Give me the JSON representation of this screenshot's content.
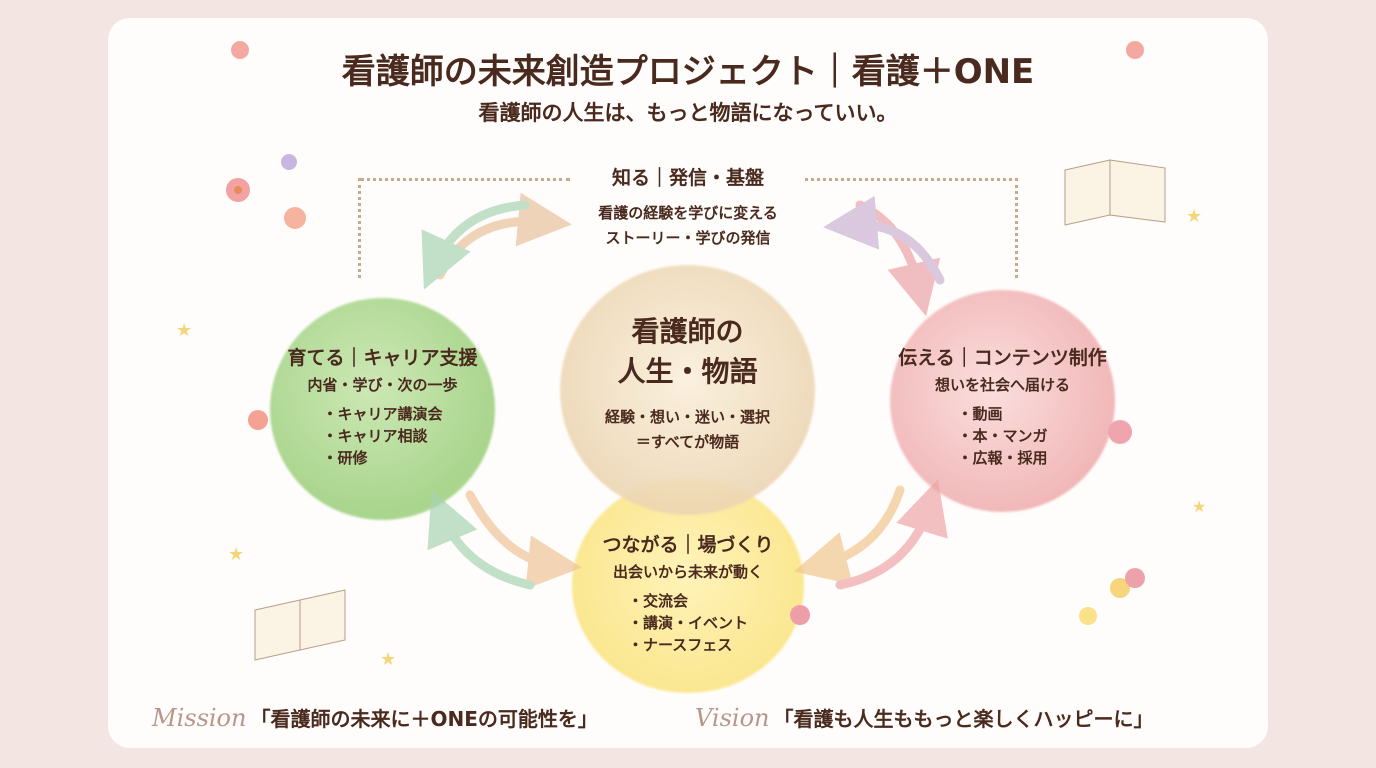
{
  "header": {
    "title": "看護師の未来創造プロジェクト｜看護＋ONE",
    "subtitle": "看護師の人生は、もっと物語になっていい。"
  },
  "top": {
    "heading": "知る｜発信・基盤",
    "lines": [
      "看護の経験を学びに変える",
      "ストーリー・学びの発信"
    ]
  },
  "center": {
    "title_lines": [
      "看護師の",
      "人生・物語"
    ],
    "lines": [
      "経験・想い・迷い・選択",
      "＝すべてが物語"
    ]
  },
  "left": {
    "heading": "育てる｜キャリア支援",
    "sub": "内省・学び・次の一歩",
    "items": [
      "・キャリア講演会",
      "・キャリア相談",
      "・研修"
    ]
  },
  "right": {
    "heading": "伝える｜コンテンツ制作",
    "sub": "想いを社会へ届ける",
    "items": [
      "・動画",
      "・本・マンガ",
      "・広報・採用"
    ]
  },
  "bottom_circle": {
    "heading": "つながる｜場づくり",
    "sub": "出会いから未来が動く",
    "items": [
      "・交流会",
      "・講演・イベント",
      "・ナースフェス"
    ]
  },
  "footer": {
    "mission_label": "Mission",
    "mission": "「看護師の未来に＋ONEの可能性を」",
    "vision_label": "Vision",
    "vision": "「看護も人生ももっと楽しくハッピーに」"
  },
  "colors": {
    "green": "#a9d58d",
    "beige": "#ecd5b2",
    "pink": "#f1b7b8",
    "yellow": "#fbe68b",
    "text": "#4a2a1e"
  }
}
